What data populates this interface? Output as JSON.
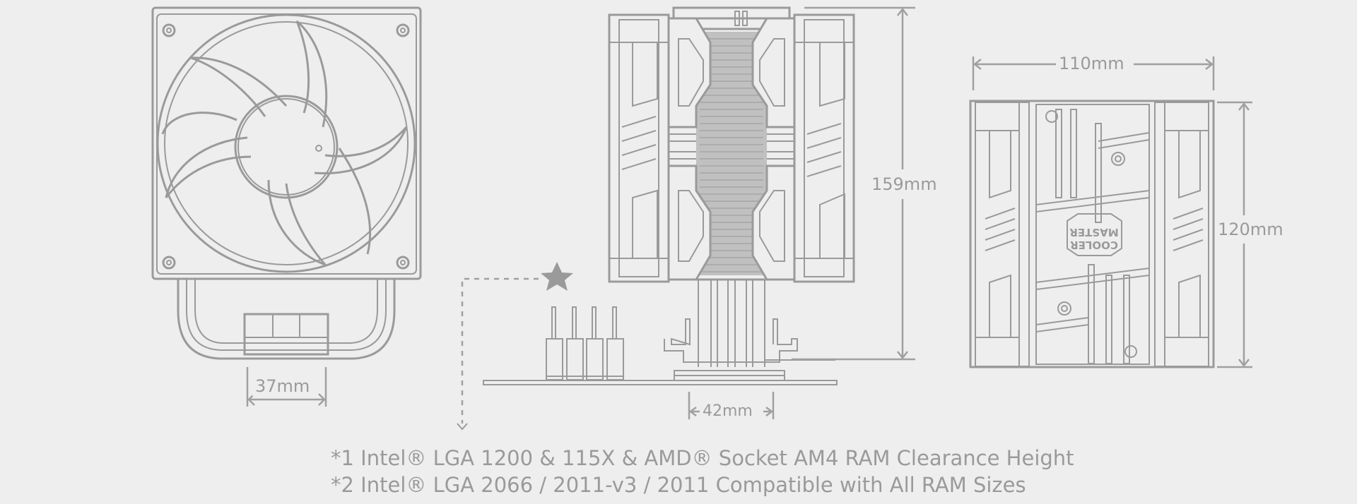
{
  "diagram": {
    "subject": "CPU air cooler dimension drawing",
    "views": [
      {
        "name": "front-view-fan",
        "dimension_label": "37mm",
        "dimension_type": "heatsink-base-offset"
      },
      {
        "name": "side-view-with-ram",
        "dimension_label": "159mm",
        "dimension_type": "height"
      },
      {
        "name": "side-view-base",
        "dimension_label": "42mm",
        "dimension_type": "base-offset"
      },
      {
        "name": "top-view",
        "dimension_label": "110mm",
        "dimension_type": "depth"
      },
      {
        "name": "top-view-height",
        "dimension_label": "120mm",
        "dimension_type": "width"
      }
    ],
    "logo_text": [
      "COOLER",
      "MASTER"
    ],
    "marker": "star-icon"
  },
  "labels": {
    "d37": "37mm",
    "d42": "42mm",
    "d159": "159mm",
    "d110": "110mm",
    "d120": "120mm"
  },
  "notes": [
    "*1 Intel® LGA 1200 & 115X & AMD® Socket AM4 RAM Clearance Height",
    "*2 Intel® LGA 2066 / 2011-v3 / 2011 Compatible with All RAM Sizes"
  ],
  "colors": {
    "background": "#eeeeee",
    "line": "#9a9a9a"
  }
}
